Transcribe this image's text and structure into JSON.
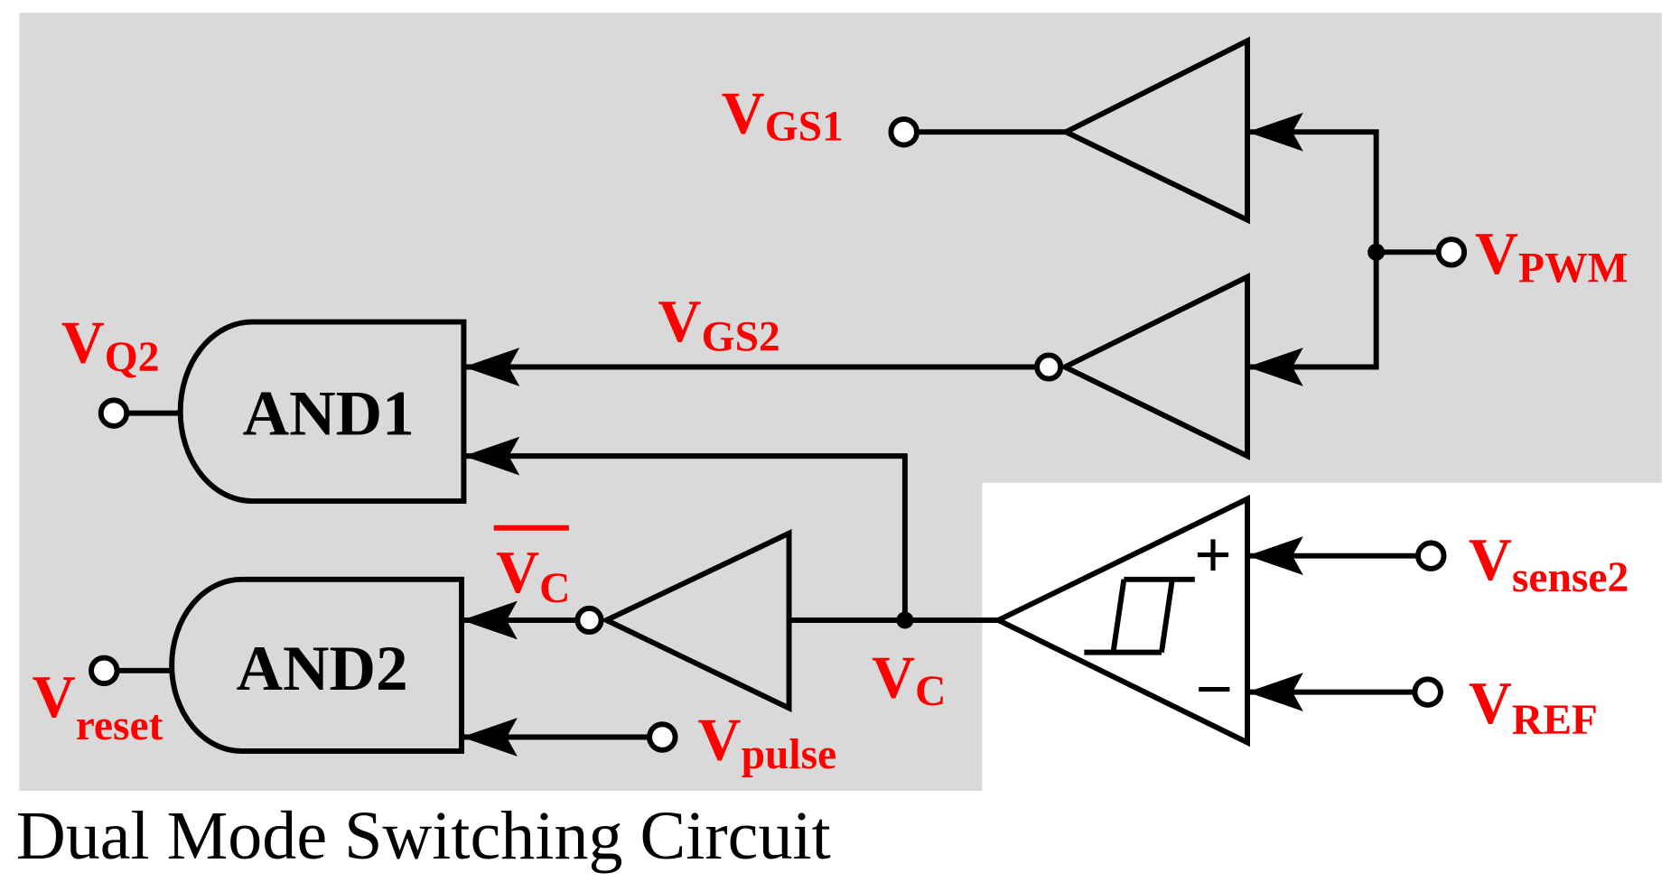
{
  "title": "Dual Mode Switching Circuit",
  "colors": {
    "label_red": "#ff0000",
    "wire_black": "#000000",
    "shaded_region": "#d9d9d9",
    "background": "#ffffff"
  },
  "icons": {
    "comparator_symbol": "hysteresis-icon"
  },
  "gates": {
    "and1": "AND1",
    "and2": "AND2"
  },
  "comparator": {
    "plus": "+",
    "minus": "−"
  },
  "signals": {
    "v_gs1": {
      "main": "V",
      "sub": "GS1"
    },
    "v_pwm": {
      "main": "V",
      "sub": "PWM"
    },
    "v_gs2": {
      "main": "V",
      "sub": "GS2"
    },
    "v_q2": {
      "main": "V",
      "sub": "Q2"
    },
    "v_c_bar": {
      "main": "V",
      "sub": "C",
      "overline": true
    },
    "v_c": {
      "main": "V",
      "sub": "C"
    },
    "v_reset": {
      "main": "V",
      "sub": "reset"
    },
    "v_pulse": {
      "main": "V",
      "sub": "pulse"
    },
    "v_sense2": {
      "main": "V",
      "sub": "sense2"
    },
    "v_ref": {
      "main": "V",
      "sub": "REF"
    }
  }
}
